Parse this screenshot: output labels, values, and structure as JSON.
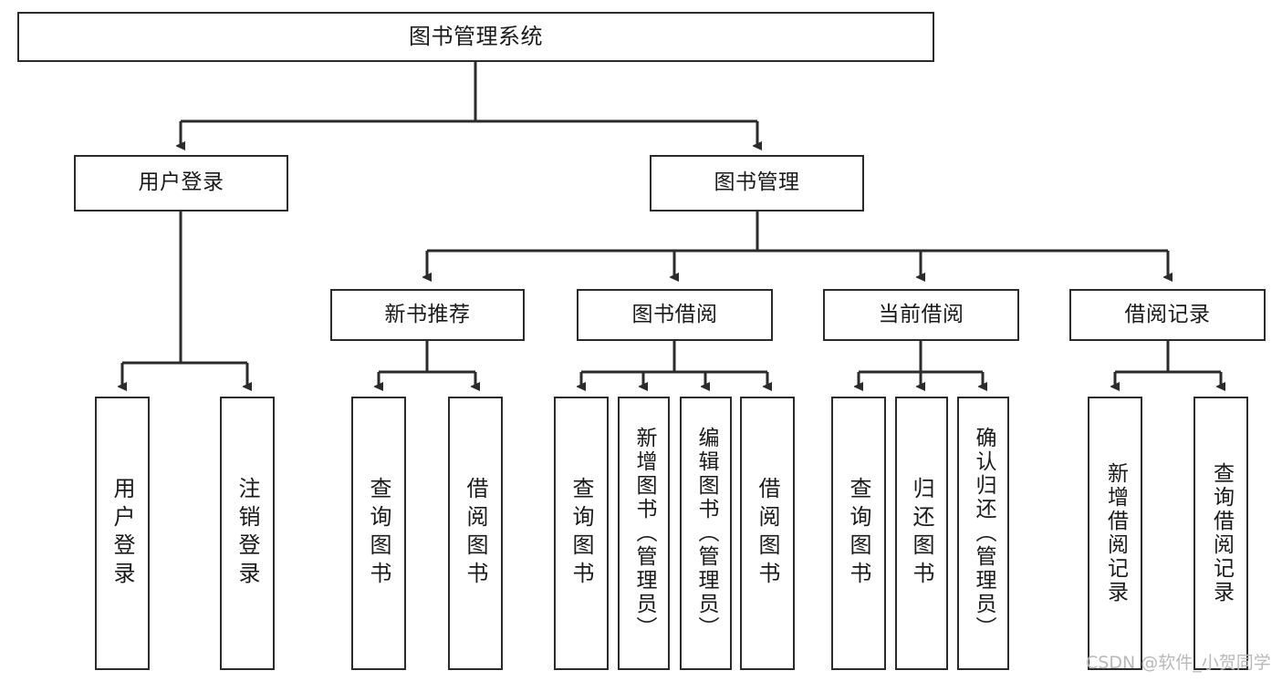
{
  "diagram": {
    "title": "图书管理系统",
    "type": "tree-hierarchy-diagram",
    "watermark": "CSDN @软件_小贺同学",
    "line_color": "#2b2b2b",
    "box_fill": "#ffffff",
    "text_color": "#1a1a1a",
    "watermark_color": "#b9b9b9"
  },
  "nodes": {
    "root": {
      "label": "图书管理系统"
    },
    "level2": [
      {
        "label": "用户登录"
      },
      {
        "label": "图书管理"
      }
    ],
    "level3": [
      {
        "label": "新书推荐"
      },
      {
        "label": "图书借阅"
      },
      {
        "label": "当前借阅"
      },
      {
        "label": "借阅记录"
      }
    ],
    "leaves": {
      "user_login": [
        {
          "label": "用户登录"
        },
        {
          "label": "注销登录"
        }
      ],
      "new_book_recommend": [
        {
          "label": "查询图书"
        },
        {
          "label": "借阅图书"
        }
      ],
      "book_borrow": [
        {
          "label": "查询图书"
        },
        {
          "label": "新增图书（管理员）"
        },
        {
          "label": "编辑图书（管理员）"
        },
        {
          "label": "借阅图书"
        }
      ],
      "current_borrow": [
        {
          "label": "查询图书"
        },
        {
          "label": "归还图书"
        },
        {
          "label": "确认归还（管理员）"
        }
      ],
      "borrow_record": [
        {
          "label": "新增借阅记录"
        },
        {
          "label": "查询借阅记录"
        }
      ]
    }
  }
}
